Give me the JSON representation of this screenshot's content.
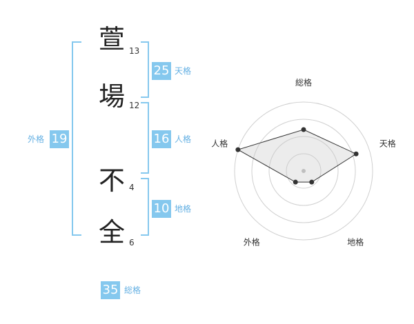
{
  "name": {
    "characters": [
      {
        "char": "萱",
        "strokes": "13"
      },
      {
        "char": "場",
        "strokes": "12"
      },
      {
        "char": "不",
        "strokes": "4"
      },
      {
        "char": "全",
        "strokes": "6"
      }
    ]
  },
  "fortunes": {
    "tenkaku": {
      "value": "25",
      "label": "天格"
    },
    "jinkaku": {
      "value": "16",
      "label": "人格"
    },
    "chikaku": {
      "value": "10",
      "label": "地格"
    },
    "gaikaku": {
      "value": "19",
      "label": "外格"
    },
    "soukaku": {
      "value": "35",
      "label": "総格"
    }
  },
  "colors": {
    "accent": "#85c8ee",
    "label": "#64b0e3",
    "kanji": "#222222"
  },
  "chart_data": {
    "type": "radar",
    "axes": [
      "総格",
      "天格",
      "地格",
      "外格",
      "人格"
    ],
    "rings": 4,
    "max": 5,
    "values": [
      3,
      4,
      1,
      1,
      5
    ]
  }
}
